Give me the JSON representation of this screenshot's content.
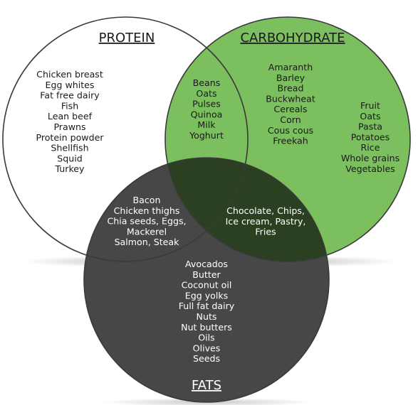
{
  "titles": {
    "protein": "PROTEIN",
    "carbohydrate": "CARBOHYDRATE",
    "fats": "FATS"
  },
  "regions": {
    "protein_only": [
      "Chicken breast",
      "Egg whites",
      "Fat free dairy",
      "Fish",
      "Lean beef",
      "Prawns",
      "Protein powder",
      "Shellfish",
      "Squid",
      "Turkey"
    ],
    "protein_carb": [
      "Beans",
      "Oats",
      "Pulses",
      "Quinoa",
      "Milk",
      "Yoghurt"
    ],
    "carb_inner": [
      "Amaranth",
      "Barley",
      "Bread",
      "Buckwheat",
      "Cereals",
      "Corn",
      "Cous cous",
      "Freekah"
    ],
    "carb_outer": [
      "Fruit",
      "Oats",
      "Pasta",
      "Potatoes",
      "Rice",
      "Whole grains",
      "Vegetables"
    ],
    "protein_fat": [
      "Bacon",
      "Chicken thighs",
      "Chia seeds, Eggs,",
      "Mackerel",
      "Salmon, Steak"
    ],
    "carb_fat": [
      "Chocolate, Chips,",
      "Ice cream, Pastry,",
      "Fries"
    ],
    "fats_only": [
      "Avocados",
      "Butter",
      "Coconut oil",
      "Egg yolks",
      "Full fat dairy",
      "Nuts",
      "Nut butters",
      "Oils",
      "Olives",
      "Seeds"
    ]
  },
  "colors": {
    "carbohydrate_fill": "#7cbf5f",
    "fats_fill": "#474747",
    "overlap_carb_fat": "#2a4020",
    "outline": "#3a3a3a"
  }
}
